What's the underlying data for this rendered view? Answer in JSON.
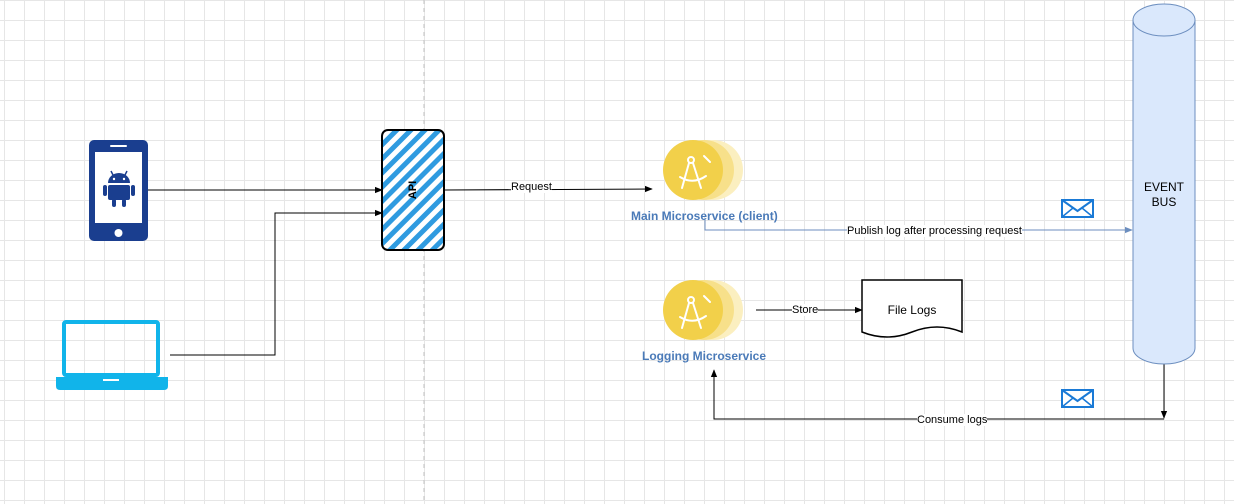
{
  "nodes": {
    "api": {
      "label": "API"
    },
    "main_service": {
      "label": "Main Microservice (client)"
    },
    "logging_service": {
      "label": "Logging Microservice"
    },
    "file_logs": {
      "label": "File Logs"
    },
    "event_bus": {
      "label_line1": "EVENT",
      "label_line2": "BUS"
    }
  },
  "edges": {
    "request": {
      "label": "Request"
    },
    "publish": {
      "label": "Publish log after processing request"
    },
    "store": {
      "label": "Store"
    },
    "consume": {
      "label": "Consume logs"
    }
  },
  "icons": {
    "mobile": "android-phone-icon",
    "laptop": "laptop-icon",
    "service": "compass-icon",
    "message": "envelope-icon"
  },
  "colors": {
    "phone": "#1a3e8f",
    "laptop": "#11b4ea",
    "api_stripe": "#2f9be0",
    "service_fill": "#f2d04a",
    "service_label": "#4a7ab8",
    "bus_fill": "#dae8fc",
    "bus_stroke": "#6c8ebf",
    "envelope": "#1a7ad6"
  }
}
